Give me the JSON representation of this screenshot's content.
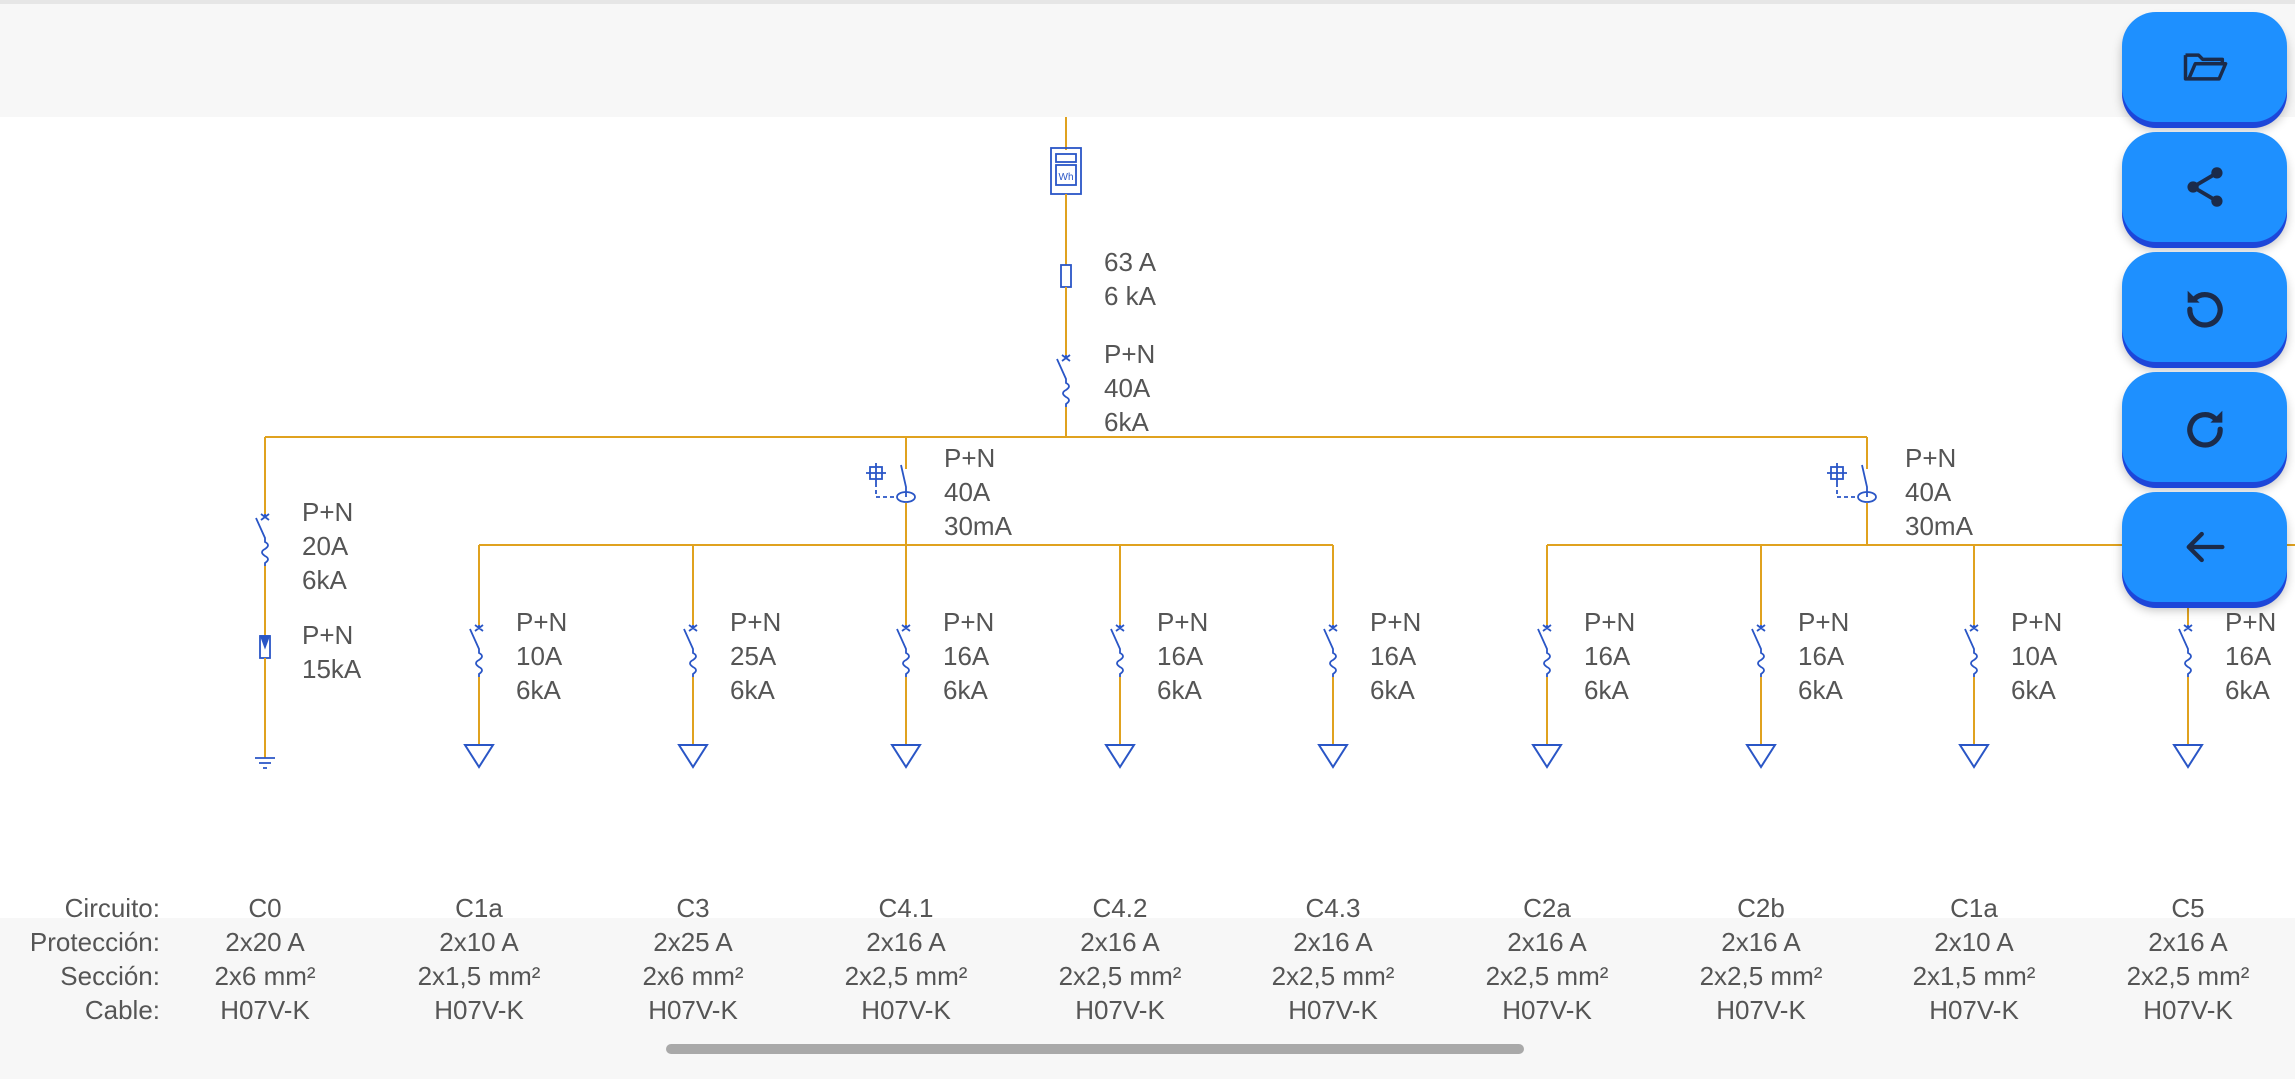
{
  "diagram": {
    "meter_symbol": "Wh",
    "main_fuse": {
      "lines": [
        "63 A",
        "6 kA"
      ]
    },
    "main_breaker": {
      "lines": [
        "P+N",
        "40A",
        "6kA"
      ]
    },
    "c0_breaker": {
      "lines": [
        "P+N",
        "20A",
        "6kA"
      ]
    },
    "c0_surge": {
      "lines": [
        "P+N",
        "15kA"
      ]
    },
    "rcd_left": {
      "lines": [
        "P+N",
        "40A",
        "30mA"
      ]
    },
    "rcd_right": {
      "lines": [
        "P+N",
        "40A",
        "30mA"
      ]
    },
    "circuits": [
      {
        "breaker": [
          "P+N",
          "10A",
          "6kA"
        ],
        "circuito": "C1a",
        "proteccion": "2x10 A",
        "seccion": "2x1,5 mm²",
        "cable": "H07V-K"
      },
      {
        "breaker": [
          "P+N",
          "25A",
          "6kA"
        ],
        "circuito": "C3",
        "proteccion": "2x25 A",
        "seccion": "2x6 mm²",
        "cable": "H07V-K"
      },
      {
        "breaker": [
          "P+N",
          "16A",
          "6kA"
        ],
        "circuito": "C4.1",
        "proteccion": "2x16 A",
        "seccion": "2x2,5 mm²",
        "cable": "H07V-K"
      },
      {
        "breaker": [
          "P+N",
          "16A",
          "6kA"
        ],
        "circuito": "C4.2",
        "proteccion": "2x16 A",
        "seccion": "2x2,5 mm²",
        "cable": "H07V-K"
      },
      {
        "breaker": [
          "P+N",
          "16A",
          "6kA"
        ],
        "circuito": "C4.3",
        "proteccion": "2x16 A",
        "seccion": "2x2,5 mm²",
        "cable": "H07V-K"
      },
      {
        "breaker": [
          "P+N",
          "16A",
          "6kA"
        ],
        "circuito": "C2a",
        "proteccion": "2x16 A",
        "seccion": "2x2,5 mm²",
        "cable": "H07V-K"
      },
      {
        "breaker": [
          "P+N",
          "16A",
          "6kA"
        ],
        "circuito": "C2b",
        "proteccion": "2x16 A",
        "seccion": "2x2,5 mm²",
        "cable": "H07V-K"
      },
      {
        "breaker": [
          "P+N",
          "10A",
          "6kA"
        ],
        "circuito": "C1a",
        "proteccion": "2x10 A",
        "seccion": "2x1,5 mm²",
        "cable": "H07V-K"
      },
      {
        "breaker": [
          "P+N",
          "16A",
          "6kA"
        ],
        "circuito": "C5",
        "proteccion": "2x16 A",
        "seccion": "2x2,5 mm²",
        "cable": "H07V-K"
      }
    ]
  },
  "table": {
    "row_labels": [
      "Circuito:",
      "Protección:",
      "Sección:",
      "Cable:"
    ],
    "c0": {
      "circuito": "C0",
      "proteccion": "2x20 A",
      "seccion": "2x6 mm²",
      "cable": "H07V-K"
    }
  },
  "fab_icons": [
    "folder-open-icon",
    "share-icon",
    "undo-icon",
    "redo-icon",
    "arrow-left-icon"
  ],
  "colors": {
    "wire": "#e0a21f",
    "symbol": "#2a56c6",
    "fab": "#1e90ff",
    "fab_shadow": "#1d46d9",
    "text": "#555555"
  }
}
